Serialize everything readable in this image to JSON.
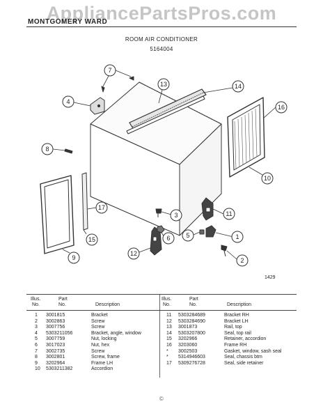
{
  "watermark": "AppliancePartsPros.com",
  "header": {
    "brand": "MONTGOMERY WARD",
    "title": "ROOM AIR CONDITIONER",
    "model": "5164004"
  },
  "figure_number": "1429",
  "callouts": [
    "1",
    "2",
    "3",
    "4",
    "5",
    "6",
    "7",
    "8",
    "9",
    "10",
    "11",
    "12",
    "13",
    "14",
    "15",
    "16",
    "17"
  ],
  "table": {
    "headers": {
      "illus_line1": "Illus.",
      "illus_line2": "No.",
      "part_line1": "Part",
      "part_line2": "No.",
      "description": "Description"
    },
    "left": [
      {
        "illus": "1",
        "part": "3001815",
        "desc": "Bracket"
      },
      {
        "illus": "2",
        "part": "3002863",
        "desc": "Screw"
      },
      {
        "illus": "3",
        "part": "3007756",
        "desc": "Screw"
      },
      {
        "illus": "4",
        "part": "5303211056",
        "desc": "Bracket, angle, window"
      },
      {
        "illus": "5",
        "part": "3007759",
        "desc": "Nut, locking"
      },
      {
        "illus": "6",
        "part": "3017023",
        "desc": "Nut, hex"
      },
      {
        "illus": "7",
        "part": "3002735",
        "desc": "Screw"
      },
      {
        "illus": "8",
        "part": "3002801",
        "desc": "Screw, frame"
      },
      {
        "illus": "9",
        "part": "3202964",
        "desc": "Frame LH"
      },
      {
        "illus": "10",
        "part": "5303211382",
        "desc": "Accordion"
      }
    ],
    "right": [
      {
        "illus": "11",
        "part": "5303284689",
        "desc": "Bracket RH"
      },
      {
        "illus": "12",
        "part": "5303284690",
        "desc": "Bracket LH"
      },
      {
        "illus": "13",
        "part": "3001873",
        "desc": "Rail, top"
      },
      {
        "illus": "14",
        "part": "5303207800",
        "desc": "Seal, top rail"
      },
      {
        "illus": "15",
        "part": "3202966",
        "desc": "Retainer, accordion"
      },
      {
        "illus": "16",
        "part": "3203060",
        "desc": "Frame RH"
      },
      {
        "illus": "*",
        "part": "3002503",
        "desc": "Gasket, window, sash seal"
      },
      {
        "illus": "*",
        "part": "5314946603",
        "desc": "Seal, chassis btm"
      },
      {
        "illus": "17",
        "part": "5309276728",
        "desc": "Seal, side retainer"
      }
    ]
  },
  "footer_mark": "©"
}
